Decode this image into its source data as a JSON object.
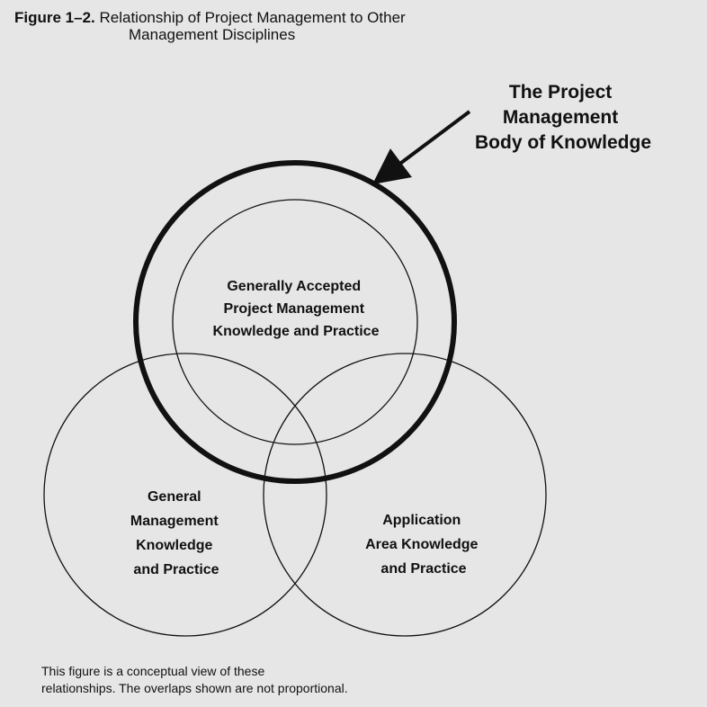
{
  "caption": {
    "figure_label": "Figure 1–2.",
    "title_line1": "Relationship of Project Management to Other",
    "title_line2": "Management Disciplines"
  },
  "pointer_label": [
    "The Project",
    "Management",
    "Body of Knowledge"
  ],
  "circles": {
    "inner": [
      "Generally Accepted",
      "Project Management",
      "Knowledge and Practice"
    ],
    "general": [
      "General",
      "Management",
      "Knowledge",
      "and Practice"
    ],
    "application": [
      "Application",
      "Area Knowledge",
      "and Practice"
    ]
  },
  "footnote": {
    "line1": "This figure is a conceptual view of these",
    "line2": "relationships. The overlaps shown are not proportional."
  }
}
